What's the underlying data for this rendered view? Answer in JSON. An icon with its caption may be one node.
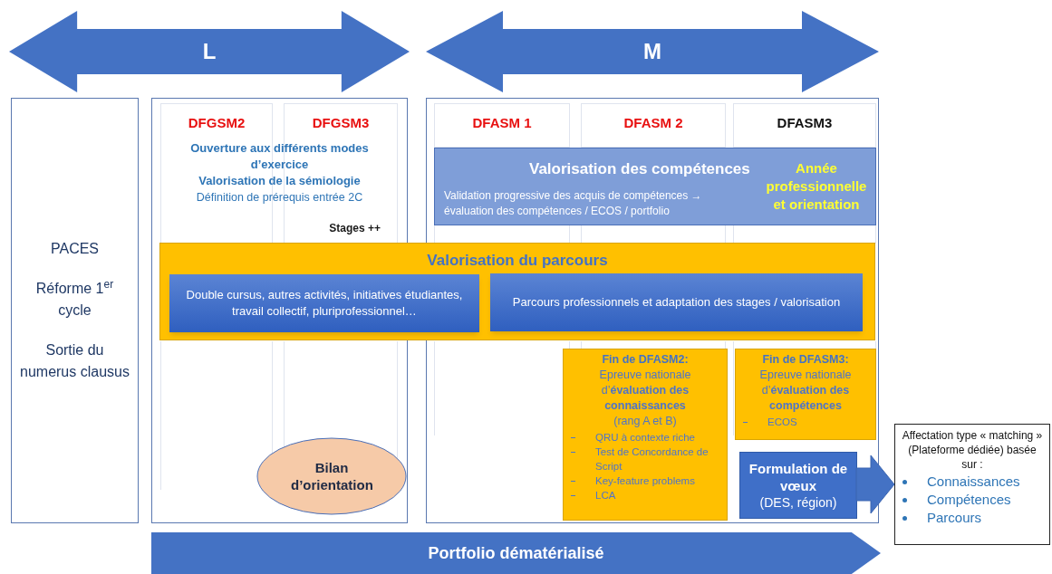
{
  "diagram": {
    "nodes": [
      {
        "text": [
          "L"
        ]
      },
      {
        "text": [
          "M"
        ]
      },
      {
        "text": [
          "PACES",
          "Réforme 1$^{er}$ cycle",
          "Sortie du numerus clausus"
        ]
      },
      {
        "text": [],
        "shape": "box"
      },
      {
        "text": [
          "DFGSM2"
        ],
        "in": 3
      },
      {
        "text": [
          "DFGSM3",
          "Stages ++"
        ],
        "in": 3
      },
      {
        "text": [],
        "shape": "box"
      },
      {
        "text": [
          "DFASM 1"
        ],
        "in": 6
      },
      {
        "text": [
          "DFASM 2"
        ],
        "in": 6
      },
      {
        "text": [
          "DFASM3"
        ],
        "in": 6
      },
      {
        "text": [
          "Valorisation des compétences",
          "Validation progressive des acquis de compétences → évaluation des compétences / ECOS /  portfolio",
          "Année professionnelle et orientation"
        ],
        "in": 6
      },
      {
        "text": [
          "Valorisation du parcours"
        ]
      },
      {
        "text": [
          "Double cursus, autres activités, initiatives étudiantes, travail collectif, pluriprofessionnel…"
        ],
        "in": 11
      },
      {
        "text": [
          "Parcours professionnels et adaptation des stages / valorisation"
        ]
      },
      {
        "text": [
          "Fin de DFASM2:",
          "Epreuve nationale d’**évaluation des connaissances**",
          "(rang A et B)",
          "QRU à contexte riche",
          "Test de Concordance de Script",
          "Key-feature problems",
          "LCA"
        ],
        "in": 6
      },
      {
        "text": [
          "Fin de DFASM3:",
          "Epreuve nationale d’**évaluation des compétences**",
          "ECOS"
        ],
        "in": 6
      },
      {
        "text": [
          "Formulation de vœux",
          "(DES, région)"
        ],
        "in": 6
      },
      {
        "text": [
          "Bilan d’orientation"
        ],
        "in": 3
      },
      {
        "text": [
          "Affectation type « matching » (Plateforme dédiée) basée sur :",
          "Connaissances",
          "Compétences",
          "Parcours"
        ]
      },
      {
        "text": [
          "Portfolio dématérialisé"
        ]
      }
    ],
    "edges": [
      {
        "from": 16,
        "to": 18,
        "arrow": "to",
        "style": "thick"
      }
    ],
    "labels": [
      "Ouverture aux différents modes d’exercice",
      "Valorisation de la sémiologie",
      "Définition de prérequis entrée 2C"
    ]
  }
}
